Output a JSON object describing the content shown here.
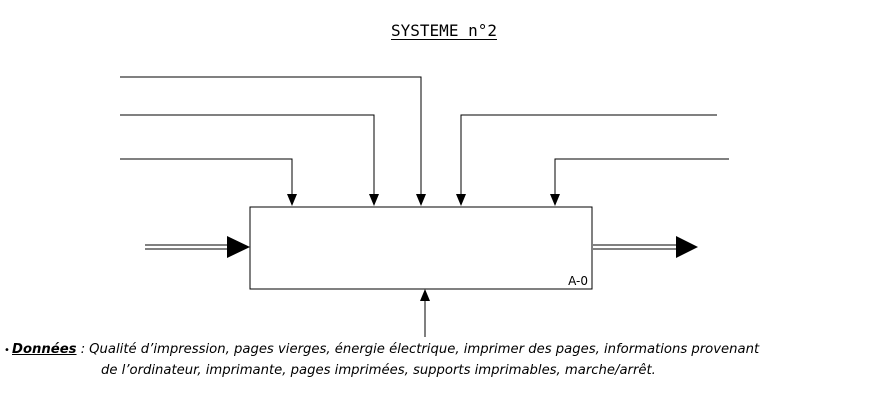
{
  "title": "SYSTEME n°2",
  "box": {
    "label": "A-0"
  },
  "notes": {
    "bullet": "•",
    "label": "Données",
    "colon": " :",
    "line1": "Qualité d’impression, pages vierges, énergie électrique, imprimer des pages, informations provenant",
    "line2": "de l’ordinateur, imprimante, pages imprimées, supports imprimables, marche/arrêt."
  },
  "colors": {
    "ink": "#000000",
    "background": "#ffffff"
  }
}
